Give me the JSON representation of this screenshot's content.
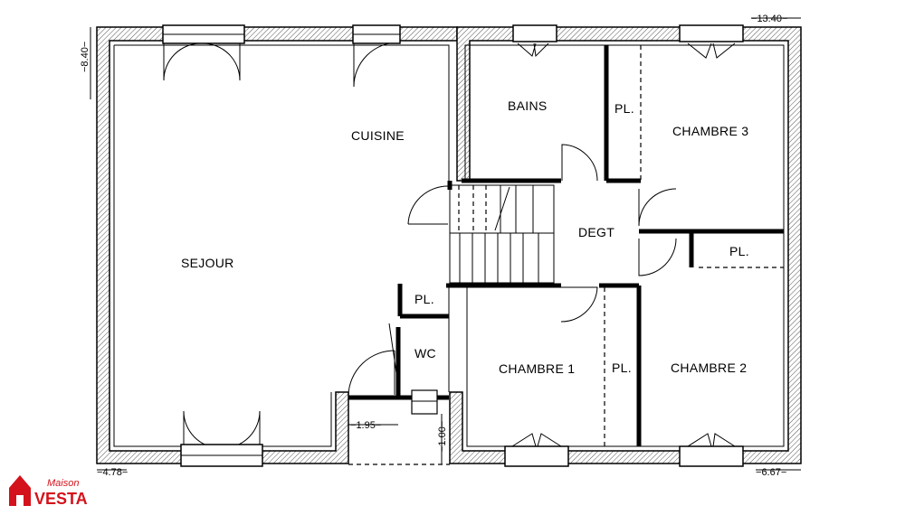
{
  "rooms": {
    "sejour": "SEJOUR",
    "cuisine": "CUISINE",
    "bains": "BAINS",
    "chambre1": "CHAMBRE  1",
    "chambre2": "CHAMBRE  2",
    "chambre3": "CHAMBRE  3",
    "degt": "DEGT",
    "wc": "WC",
    "placard_chambre3": "PL.",
    "placard_chambre2": "PL.",
    "placard_chambre1": "PL.",
    "placard_wc": "PL."
  },
  "dimensions": {
    "overall_height": "8.40",
    "overall_width": "13.40",
    "left_width": "4.78",
    "right_width": "6.67",
    "recess_width": "1.95",
    "recess_depth": "1.00"
  },
  "brand": {
    "script": "Maison",
    "name": "VESTA",
    "color": "#d4121b"
  }
}
